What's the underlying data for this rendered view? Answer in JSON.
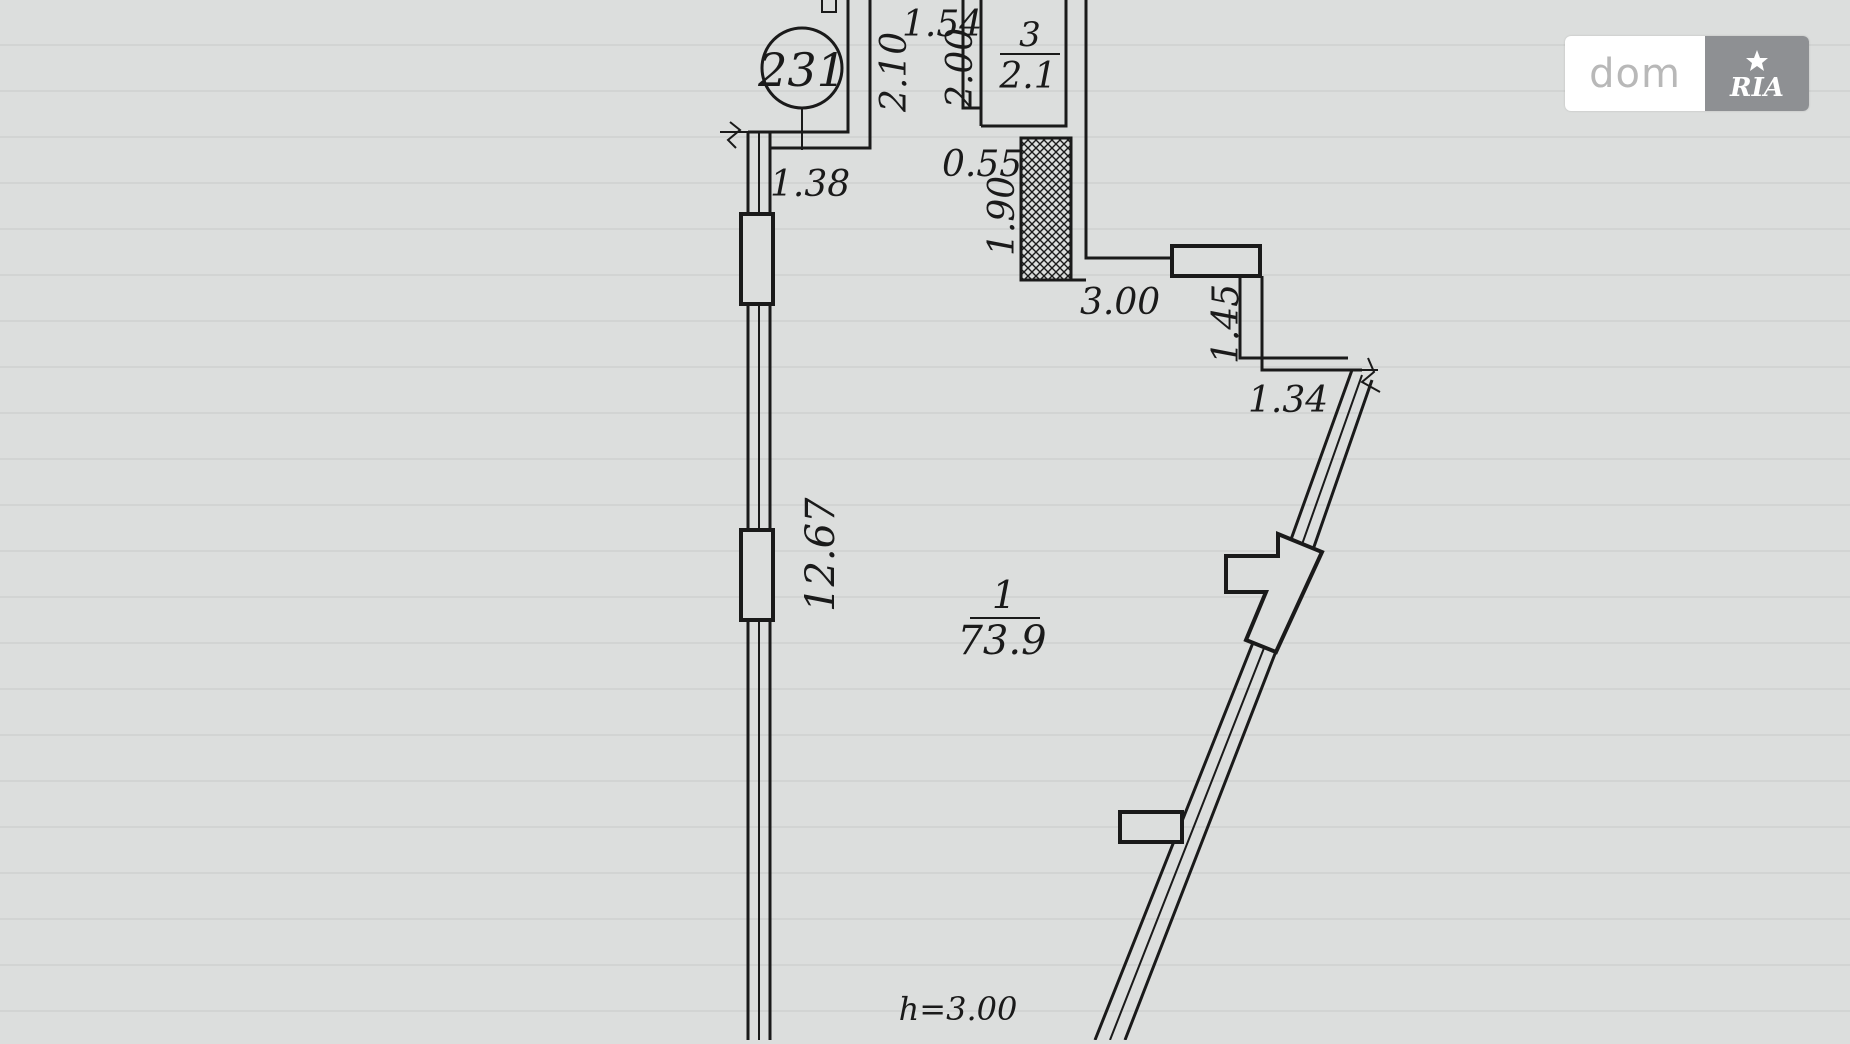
{
  "plan": {
    "unit_number": "231",
    "room_1": {
      "number": "1",
      "area": "73.9"
    },
    "room_3": {
      "number": "3",
      "area": "2.1"
    },
    "ceiling_height": "h=3.00",
    "dimensions": {
      "d_2_10": "2.10",
      "d_1_54": "1.54",
      "d_2_00": "2.00",
      "d_1_38": "1.38",
      "d_0_55": "0.55",
      "d_1_90": "1.90",
      "d_3_00": "3.00",
      "d_1_45": "1.45",
      "d_1_34": "1.34",
      "d_12_67": "12.67"
    }
  },
  "watermark": {
    "text": "dom",
    "badge_text": "RIA",
    "colors": {
      "bg": "#ffffff",
      "text": "#b8b8b8",
      "badge_bg": "#8e9093"
    }
  },
  "colors": {
    "paper": "#dcdedd",
    "ink": "#1a1a1a"
  }
}
